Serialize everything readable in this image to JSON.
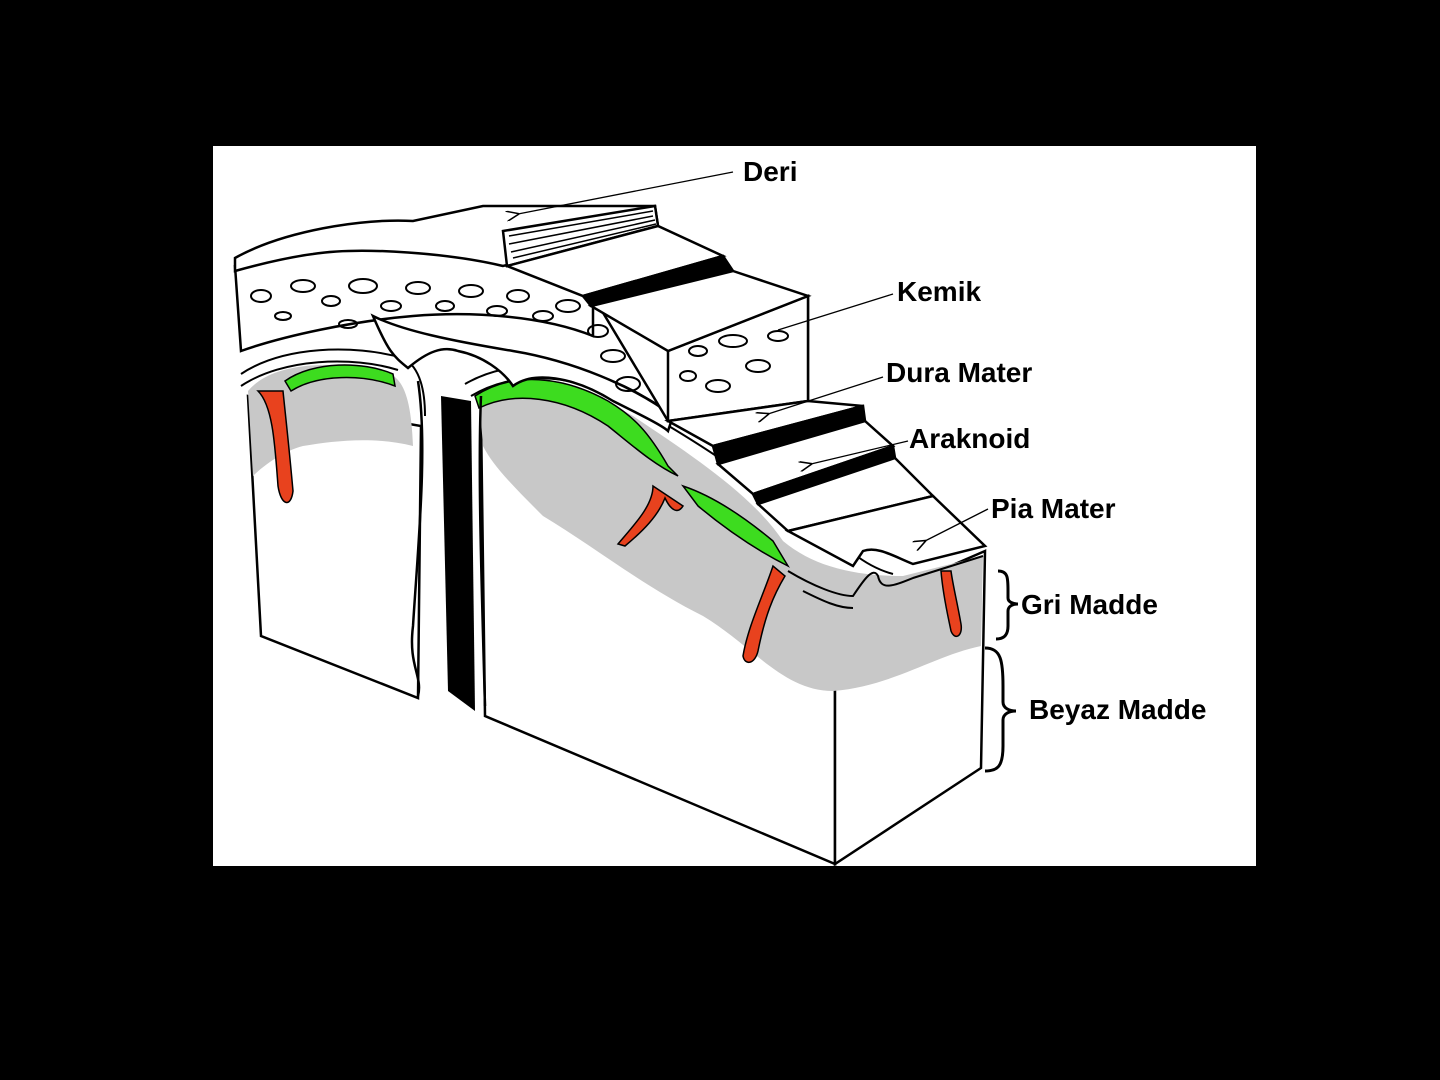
{
  "labels": {
    "deri": "Deri",
    "kemik": "Kemik",
    "dura_mater": "Dura Mater",
    "araknoid": "Araknoid",
    "pia_mater": "Pia Mater",
    "gri_madde": "Gri Madde",
    "beyaz_madde": "Beyaz Madde"
  },
  "colors": {
    "background": "#000000",
    "panel": "#ffffff",
    "gray_matter": "#c8c8c8",
    "subarachnoid": "#3ddc1f",
    "vessel": "#e8421e",
    "ink": "#000000"
  }
}
